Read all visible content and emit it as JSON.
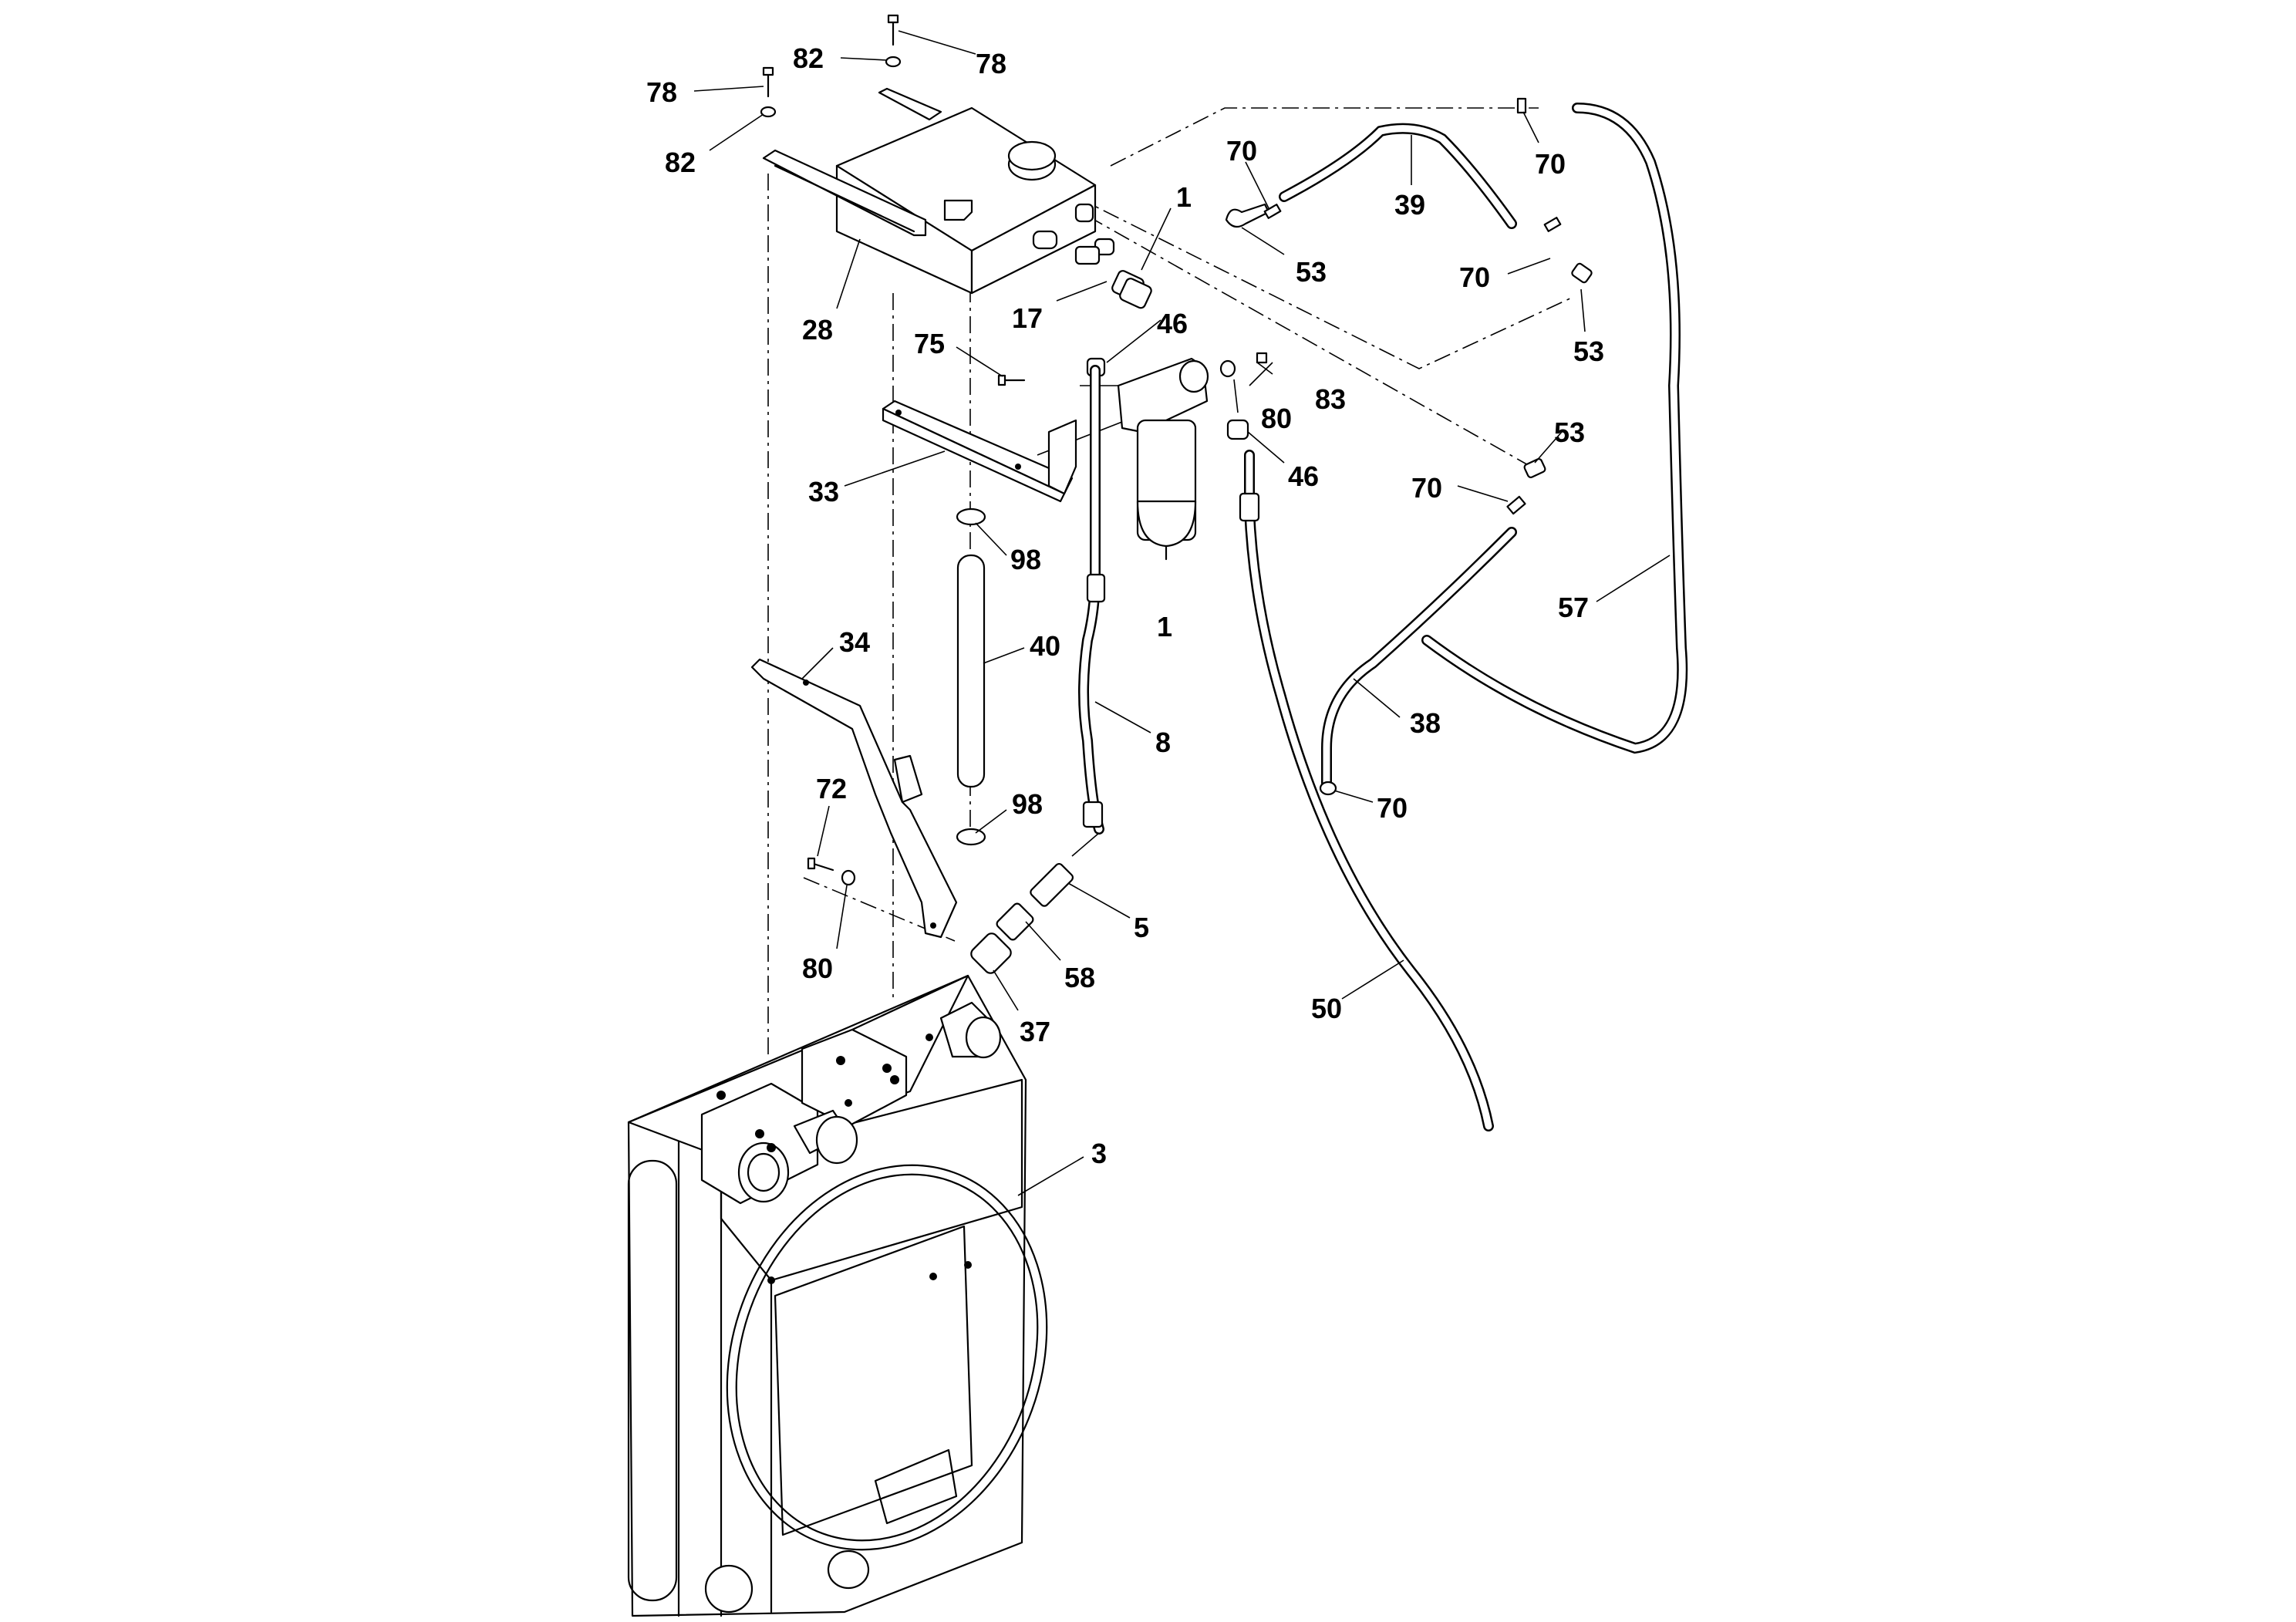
{
  "diagram": {
    "callouts": [
      {
        "id": "c01",
        "label": "78"
      },
      {
        "id": "c02",
        "label": "82"
      },
      {
        "id": "c03",
        "label": "78"
      },
      {
        "id": "c04",
        "label": "82"
      },
      {
        "id": "c05",
        "label": "1"
      },
      {
        "id": "c06",
        "label": "70"
      },
      {
        "id": "c07",
        "label": "39"
      },
      {
        "id": "c08",
        "label": "70"
      },
      {
        "id": "c09",
        "label": "53"
      },
      {
        "id": "c10",
        "label": "70"
      },
      {
        "id": "c11",
        "label": "53"
      },
      {
        "id": "c12",
        "label": "28"
      },
      {
        "id": "c13",
        "label": "17"
      },
      {
        "id": "c14",
        "label": "46"
      },
      {
        "id": "c15",
        "label": "83"
      },
      {
        "id": "c16",
        "label": "75"
      },
      {
        "id": "c17",
        "label": "80"
      },
      {
        "id": "c18",
        "label": "53"
      },
      {
        "id": "c19",
        "label": "46"
      },
      {
        "id": "c20",
        "label": "70"
      },
      {
        "id": "c21",
        "label": "33"
      },
      {
        "id": "c22",
        "label": "98"
      },
      {
        "id": "c23",
        "label": "1"
      },
      {
        "id": "c24",
        "label": "57"
      },
      {
        "id": "c25",
        "label": "34"
      },
      {
        "id": "c26",
        "label": "40"
      },
      {
        "id": "c27",
        "label": "8"
      },
      {
        "id": "c28",
        "label": "38"
      },
      {
        "id": "c29",
        "label": "72"
      },
      {
        "id": "c30",
        "label": "98"
      },
      {
        "id": "c31",
        "label": "70"
      },
      {
        "id": "c32",
        "label": "5"
      },
      {
        "id": "c33",
        "label": "80"
      },
      {
        "id": "c34",
        "label": "58"
      },
      {
        "id": "c35",
        "label": "50"
      },
      {
        "id": "c36",
        "label": "37"
      },
      {
        "id": "c37",
        "label": "3"
      }
    ]
  }
}
